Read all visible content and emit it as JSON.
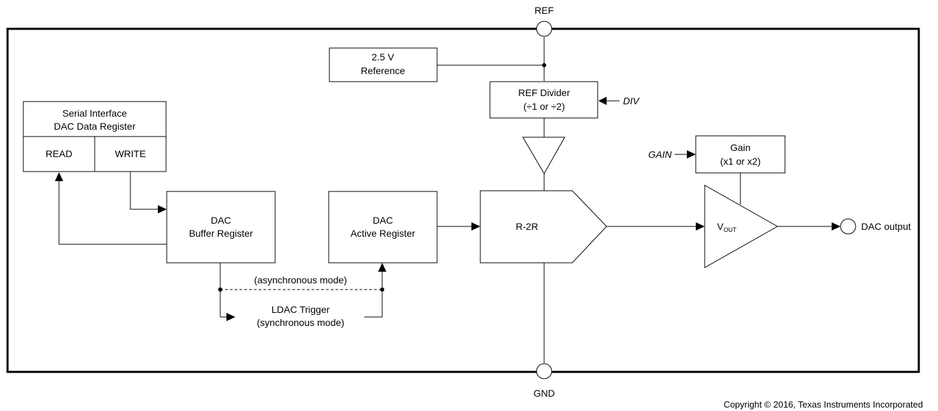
{
  "pins": {
    "ref": "REF",
    "gnd": "GND",
    "dac_output": "DAC output"
  },
  "blocks": {
    "reference": {
      "line1": "2.5 V",
      "line2": "Reference"
    },
    "ref_divider": {
      "line1": "REF Divider",
      "line2": "(÷1 or ÷2)"
    },
    "serial_interface": {
      "line1": "Serial Interface",
      "line2": "DAC Data Register",
      "read": "READ",
      "write": "WRITE"
    },
    "buffer_register": {
      "line1": "DAC",
      "line2": "Buffer Register"
    },
    "active_register": {
      "line1": "DAC",
      "line2": "Active Register"
    },
    "r2r": "R-2R",
    "gain_block": {
      "line1": "Gain",
      "line2": "(x1 or x2)"
    },
    "vout": {
      "main": "V",
      "sub": "OUT"
    }
  },
  "signals": {
    "div": "DIV",
    "gain": "GAIN",
    "async_mode": "(asynchronous mode)",
    "ldac_trigger": "LDAC Trigger",
    "sync_mode": "(synchronous mode)"
  },
  "copyright": "Copyright © 2016, Texas Instruments Incorporated"
}
